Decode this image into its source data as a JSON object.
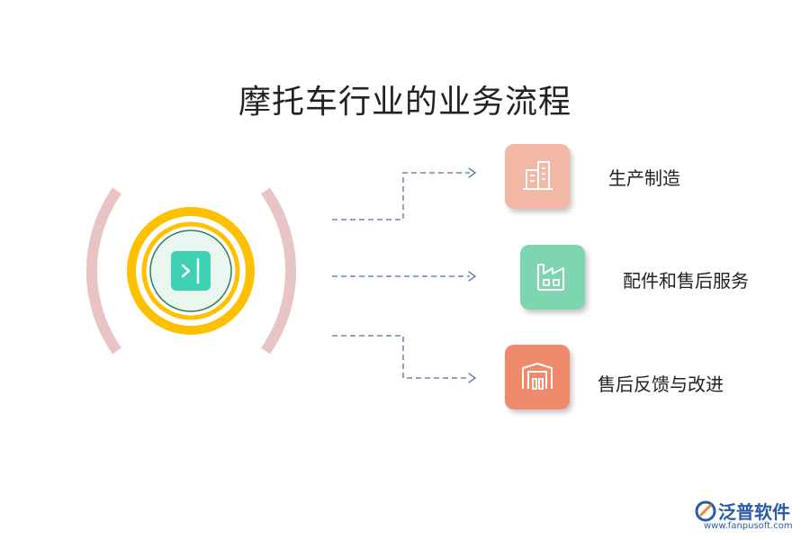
{
  "title": "摩托车行业的业务流程",
  "center_icon": {
    "name": "collapse-panel-icon",
    "color": "#3fd1b4"
  },
  "colors": {
    "outer_arcs": "#e8c4c4",
    "yellow_ring": "#ffc000",
    "inner_disc": "#eaf6f0",
    "disc_border": "#2e7d5b",
    "connector": "#4a6fa5"
  },
  "items": [
    {
      "label": "生产制造",
      "icon": "building-icon",
      "color": "#f3b7a6"
    },
    {
      "label": "配件和售后服务",
      "icon": "factory-icon",
      "color": "#7dd6b0"
    },
    {
      "label": "售后反馈与改进",
      "icon": "warehouse-icon",
      "color": "#f08a6c"
    }
  ],
  "brand": {
    "name": "泛普软件",
    "url": "www.fanpusoft.com",
    "icon": "brand-logo-icon"
  }
}
